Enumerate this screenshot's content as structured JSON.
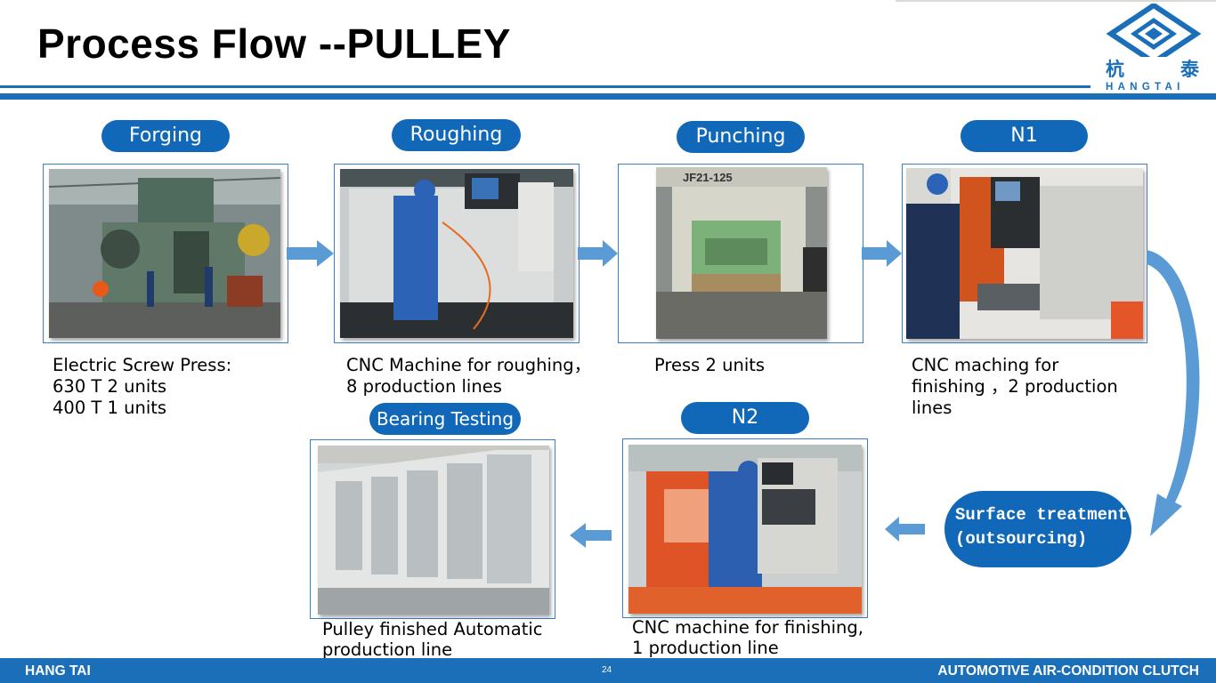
{
  "title": "Process Flow --PULLEY",
  "logo": {
    "cn_left": "杭",
    "cn_right": "泰",
    "en": "HANGTAI"
  },
  "steps": {
    "forging": {
      "label": "Forging",
      "caption": "Electric Screw Press:\n 630 T   2 units\n 400 T   1 units"
    },
    "roughing": {
      "label": "Roughing",
      "caption": "CNC Machine for roughing，\n8 production lines"
    },
    "punching": {
      "label": "Punching",
      "caption": "Press 2 units"
    },
    "n1": {
      "label": "N1",
      "caption": "CNC maching for\nfinishing ，2 production\nlines"
    },
    "surface": {
      "line1": "Surface treatment",
      "line2": "(outsourcing)"
    },
    "n2": {
      "label": "N2",
      "caption": "CNC machine for finishing,\n1 production line"
    },
    "bearing": {
      "label": "Bearing Testing",
      "caption": "Pulley finished Automatic\nproduction line"
    }
  },
  "machine_plate": "JF21-125",
  "footer": {
    "left": "HANG TAI",
    "page": "24",
    "right": "AUTOMOTIVE AIR-CONDITION CLUTCH"
  },
  "colors": {
    "brand": "#1a6fb8",
    "pill": "#1168b8",
    "arrow": "#5b9bd5"
  }
}
